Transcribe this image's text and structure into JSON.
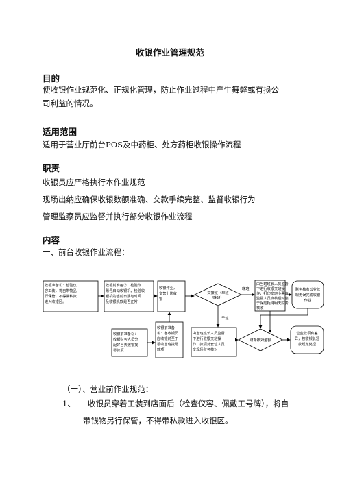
{
  "title": "收银作业管理规范",
  "sections": {
    "purpose": {
      "heading": "目的",
      "line1": "使收银作业规范化、正规化管理，防止作业过程中产生舞弊或有损公",
      "line2": "司利益的情况。"
    },
    "scope": {
      "heading": "适用范围",
      "text": "适用于营业厅前台POS及中药柜、处方药柜收银操作流程"
    },
    "duty": {
      "heading": "职责",
      "line1": "收银员应严格执行本作业规范",
      "line2": "现场出纳应确保收银数额准确、交款手续完整、监督收银行为",
      "line3": "管理监察员应监督并执行部分收银作业流程"
    },
    "content": {
      "heading": "内容",
      "sub1": "一、前台收银作业流程："
    }
  },
  "flowchart": {
    "box1": [
      "收银准备①：检验仪",
      "容工装，将自带物品",
      "行保管，不得携私款",
      "进入收银区。"
    ],
    "box2": [
      "收银前准备②：检验作",
      "账号启动收银机，检验收",
      "银机的当前日期与时间",
      "及收银机款是否正常"
    ],
    "box3": [
      "收银作业，",
      "交营上岗收",
      "银"
    ],
    "diamond1": [
      "交接班（早班",
      "/晚班）"
    ],
    "label_late": "晚班",
    "label_early": "早班",
    "box4": [
      "由当班班长人员监督",
      "下进行收银交班操",
      "作，打印交班小票由",
      "监督人员点核后封装",
      "于保险柜待明天财务",
      "核收"
    ],
    "box5": [
      "财务核收营业款",
      "现无误完成收银",
      "作业"
    ],
    "box6": [
      "收银前准备②：",
      "收银财务人员分",
      "配好当天收银找",
      "零款项"
    ],
    "box7": [
      "收银前准备",
      "④：各收银员",
      "应收银前至于",
      "银收当班找零",
      "款项"
    ],
    "box8": [
      "由当班班长人员监督",
      "下进行收银交班操",
      "作，款项对套营人员",
      "交现场财务核对"
    ],
    "diamond2": "财务核对金额",
    "box9": [
      "营业款项有差",
      "异，按收银长短",
      "款规定处理"
    ]
  },
  "preop": {
    "heading": "（一）、营业前作业规范：",
    "item1_num": "1、",
    "item1_line1": "收银员穿着工装到店面后（检查仪容、佩戴工号牌），将自",
    "item1_line2": "带钱物另行保管，不得带私款进入收银区。"
  }
}
